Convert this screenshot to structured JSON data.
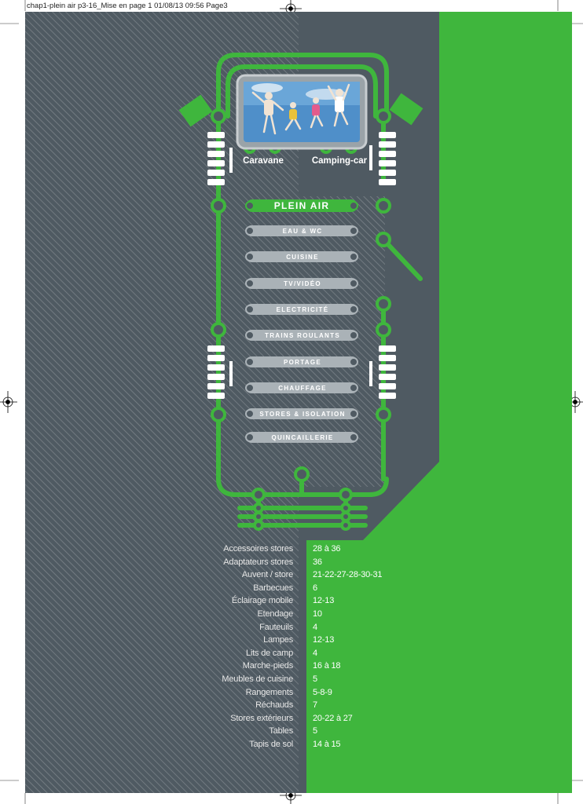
{
  "print_header": "chap1-plein air p3-16_Mise en page 1  01/08/13  09:56  Page3",
  "colors": {
    "dark_panel": "#4f5a62",
    "green": "#3fb63d",
    "menu_bar": "#aab2b7",
    "active_bar": "#3fb63d",
    "hatch": "#666e74"
  },
  "photo": {
    "icon": "jumping-people-photo",
    "label_left": "Caravane",
    "label_right": "Camping-car"
  },
  "menu": {
    "title": "PLEIN AIR",
    "items": [
      "EAU & WC",
      "CUISINE",
      "TV/VIDÉO",
      "ELECTRICITÉ",
      "TRAINS ROULANTS",
      "PORTAGE",
      "CHAUFFAGE",
      "STORES & ISOLATION",
      "QUINCAILLERIE"
    ]
  },
  "index": [
    {
      "name": "Accessoires stores",
      "pages": "28 à 36"
    },
    {
      "name": "Adaptateurs stores",
      "pages": "36"
    },
    {
      "name": "Auvent / store",
      "pages": "21-22-27-28-30-31"
    },
    {
      "name": "Barbecues",
      "pages": "6"
    },
    {
      "name": "Éclairage mobile",
      "pages": "12-13"
    },
    {
      "name": "Etendage",
      "pages": "10"
    },
    {
      "name": "Fauteuils",
      "pages": "4"
    },
    {
      "name": "Lampes",
      "pages": "12-13"
    },
    {
      "name": "Lits de camp",
      "pages": "4"
    },
    {
      "name": "Marche-pieds",
      "pages": "16 à 18"
    },
    {
      "name": "Meubles de cuisine",
      "pages": "5"
    },
    {
      "name": "Rangements",
      "pages": "5-8-9"
    },
    {
      "name": "Réchauds",
      "pages": "7"
    },
    {
      "name": "Stores extérieurs",
      "pages": "20-22 à 27"
    },
    {
      "name": "Tables",
      "pages": "5"
    },
    {
      "name": "Tapis de sol",
      "pages": "14 à 15"
    }
  ]
}
